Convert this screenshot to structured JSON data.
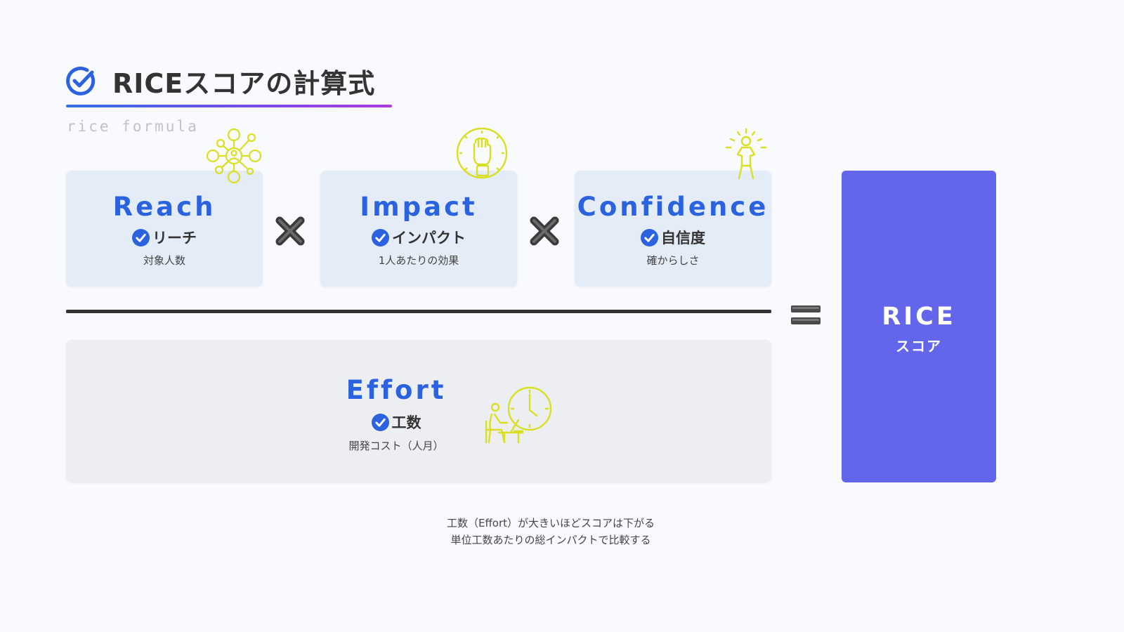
{
  "header": {
    "title": "RICEスコアの計算式",
    "subtitle": "rice formula",
    "icon": "check-circle-icon"
  },
  "colors": {
    "accent_blue": "#2a62e0",
    "card_bg": "#e4ecf8",
    "effort_bg": "#eceef1",
    "result_bg": "#6366ea",
    "icon_yellow": "#d9e021"
  },
  "factors": [
    {
      "title": "Reach",
      "jp": "リーチ",
      "desc": "対象人数",
      "icon": "network-people-icon"
    },
    {
      "title": "Impact",
      "jp": "インパクト",
      "desc": "1人あたりの効果",
      "icon": "raised-fist-icon"
    },
    {
      "title": "Confidence",
      "jp": "自信度",
      "desc": "確からしさ",
      "icon": "confident-person-icon"
    }
  ],
  "operators": {
    "times": "multiply-icon",
    "equals": "equals-icon"
  },
  "effort": {
    "title": "Effort",
    "jp": "工数",
    "desc": "開発コスト（人月）",
    "icon": "worker-clock-icon"
  },
  "result": {
    "title": "RICE",
    "sub": "スコア"
  },
  "note": {
    "line1": "工数（Effort）が大きいほどスコアは下がる",
    "line2": "単位工数あたりの総インパクトで比較する"
  }
}
